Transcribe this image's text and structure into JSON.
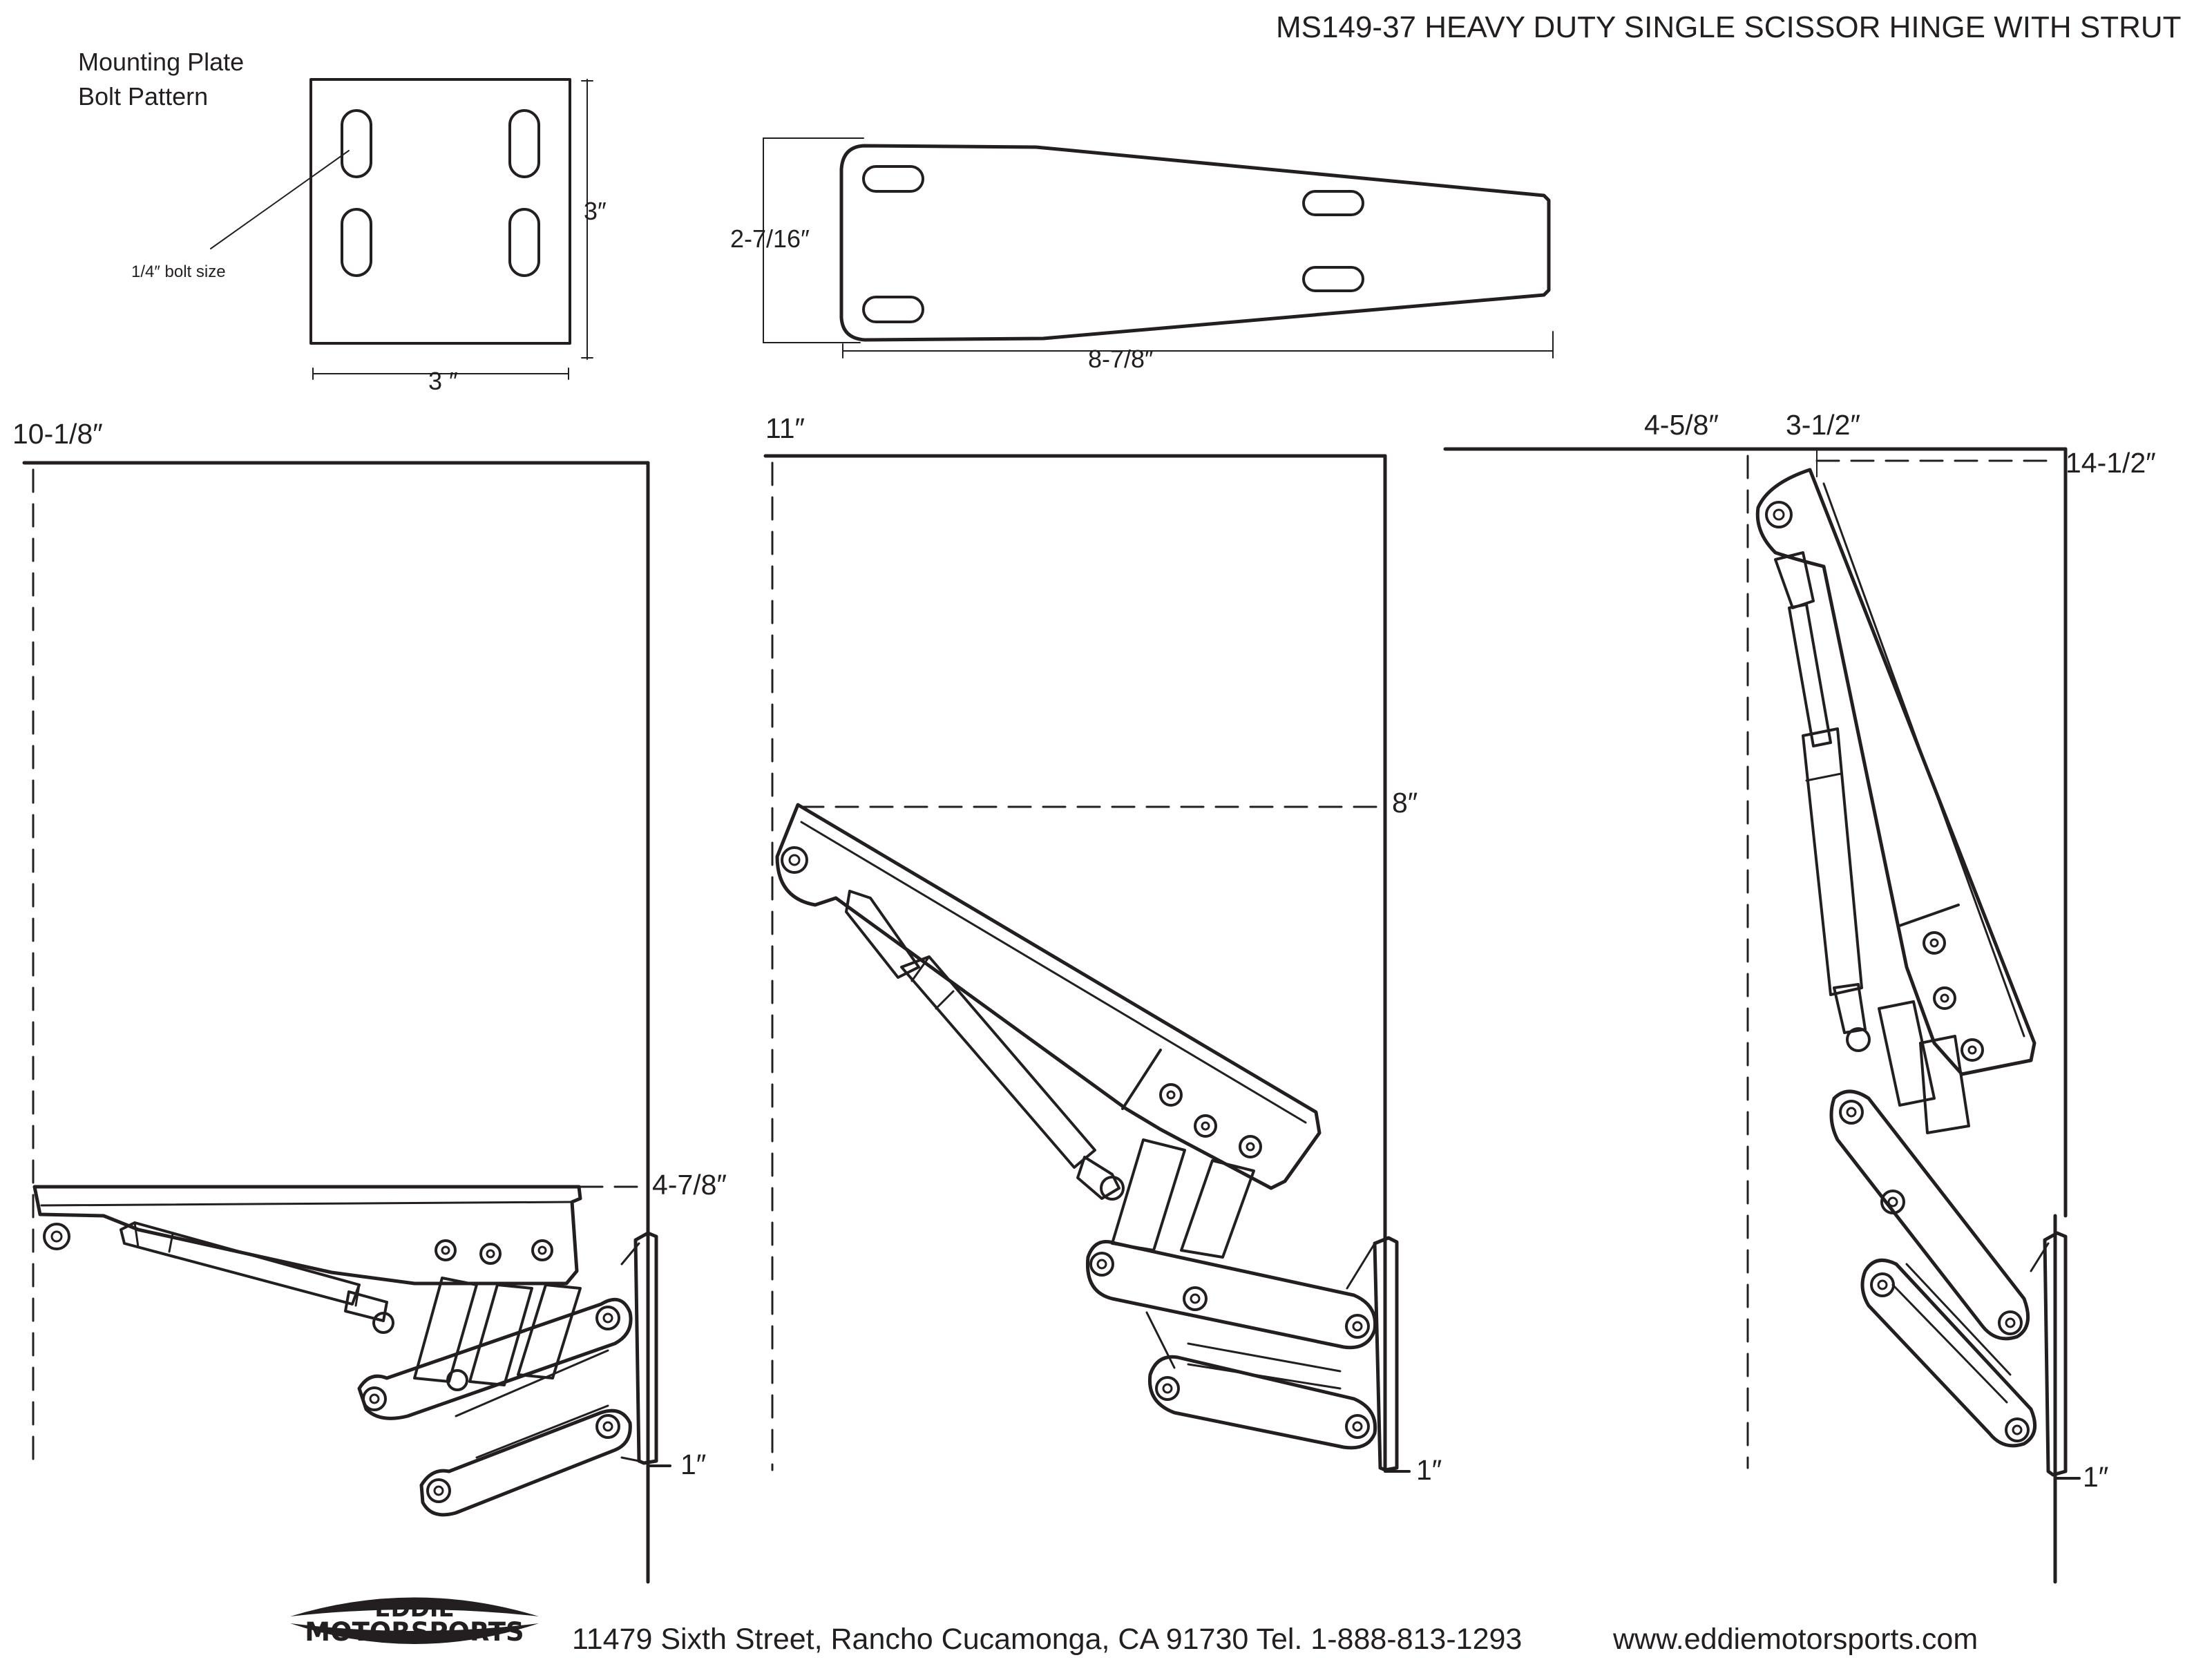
{
  "title": "MS149-37 HEAVY DUTY SINGLE SCISSOR HINGE WITH STRUT",
  "mounting_plate": {
    "label_line1": "Mounting Plate",
    "label_line2": "Bolt Pattern",
    "bolt_note": "1/4″ bolt size",
    "height": "3″",
    "width": "3 ″"
  },
  "arm_plate": {
    "height": "2-7/16″",
    "length": "8-7/8″"
  },
  "views": [
    {
      "top": "10-1/8″",
      "mid": "4-7/8″",
      "bottom": "1″"
    },
    {
      "top": "11″",
      "mid": "8″",
      "bottom": "1″"
    },
    {
      "top_left": "4-5/8″",
      "top_mid": "3-1/2″",
      "top_right": "14-1/2″",
      "bottom": "1″"
    }
  ],
  "footer": {
    "logo_line1": "EDDIE",
    "logo_line2": "MOTORSPORTS",
    "address": "11479 Sixth Street, Rancho Cucamonga, CA 91730 Tel. 1-888-813-1293",
    "website": "www.eddiemotorsports.com"
  }
}
